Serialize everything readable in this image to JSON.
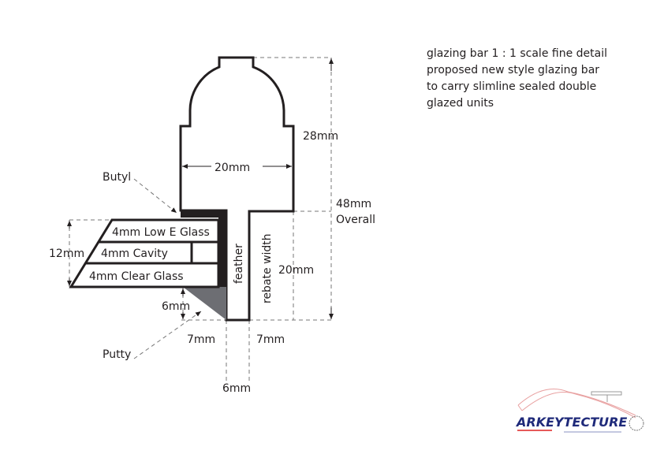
{
  "note": {
    "lines": [
      "glazing bar 1 : 1 scale fine detail",
      "proposed new style glazing bar",
      "to carry slimline sealed double",
      "glazed units"
    ]
  },
  "labels": {
    "height_top": "28mm",
    "width_bar": "20mm",
    "overall_value": "48mm",
    "overall_label": "Overall",
    "butyl": "Butyl",
    "glass_height": "12mm",
    "low_e": "4mm Low E Glass",
    "cavity": "4mm Cavity",
    "clear": "4mm Clear Glass",
    "feather": "feather",
    "rebate": "rebate width",
    "rebate_height": "20mm",
    "putty_height": "6mm",
    "putty": "Putty",
    "left_7": "7mm",
    "right_7": "7mm",
    "feather_width": "6mm"
  },
  "logo": {
    "text": "ARKEYTECTURE"
  },
  "colors": {
    "line": "#231f20",
    "putty": "#6d6e73",
    "dash": "#777777",
    "logo_blue": "#1f2a7a",
    "logo_red": "#e8a0a0"
  }
}
